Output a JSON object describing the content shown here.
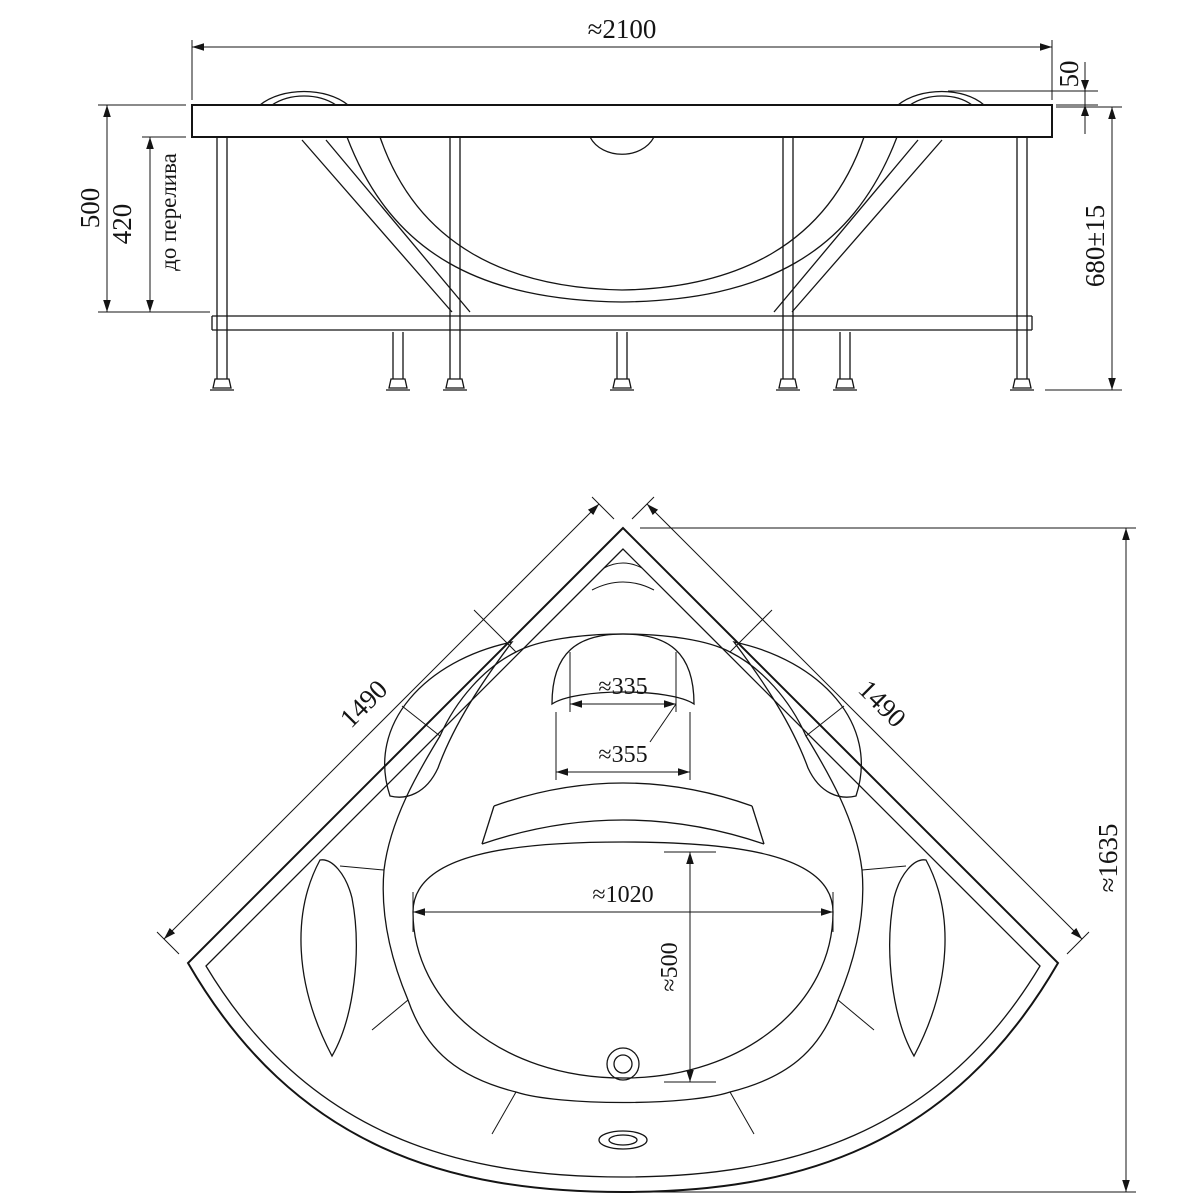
{
  "colors": {
    "background": "#ffffff",
    "ink": "#141414"
  },
  "front_view": {
    "overall_width": "≈2100",
    "headrest_rise": "50",
    "rim_to_frame_depth": "500",
    "overflow_depth": "420",
    "overflow_note": "до перелива",
    "installation_height": "680±15"
  },
  "plan_view": {
    "left_side_length": "1490",
    "right_side_length": "1490",
    "headrest_width_upper": "≈335",
    "headrest_width_lower": "≈355",
    "bowl_width": "≈1020",
    "bowl_length": "≈500",
    "overall_span": "≈1635"
  }
}
